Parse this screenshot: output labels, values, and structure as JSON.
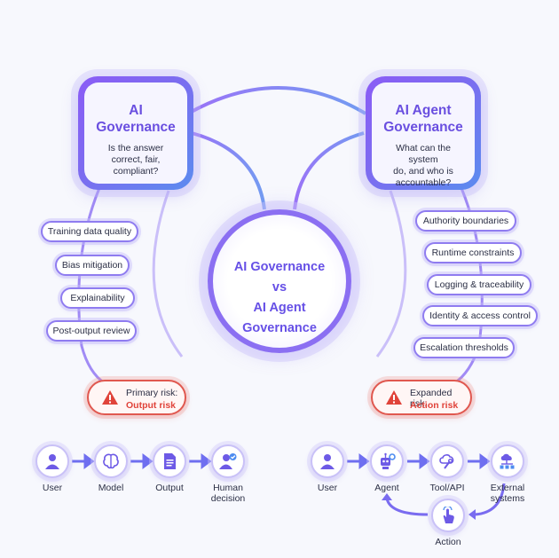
{
  "left_box": {
    "title_line1": "AI",
    "title_line2": "Governance",
    "question_line1": "Is the answer",
    "question_line2": "correct, fair,",
    "question_line3": "compliant?"
  },
  "right_box": {
    "title_line1": "AI Agent",
    "title_line2": "Governance",
    "question_line1": "What can the system",
    "question_line2": "do, and who is",
    "question_line3": "accountable?"
  },
  "center": {
    "line1": "AI Governance",
    "line2": "vs",
    "line3": "AI Agent",
    "line4": "Governance"
  },
  "left_items": [
    "Training data quality",
    "Bias mitigation",
    "Explainability",
    "Post-output review"
  ],
  "right_items": [
    "Authority boundaries",
    "Runtime constraints",
    "Logging & traceability",
    "Identity & access control",
    "Escalation thresholds"
  ],
  "left_risk": {
    "label": "Primary risk:",
    "value": "Output risk"
  },
  "right_risk": {
    "label": "Expanded risk:",
    "value": "Action risk"
  },
  "left_flow": {
    "user": "User",
    "model": "Model",
    "output": "Output",
    "decision_line1": "Human",
    "decision_line2": "decision"
  },
  "right_flow": {
    "user": "User",
    "agent": "Agent",
    "tool": "Tool/API",
    "external_line1": "External",
    "external_line2": "systems",
    "action": "Action"
  },
  "colors": {
    "accent_purple": "#8b5cf6",
    "accent_blue": "#5b8cef",
    "risk_red": "#e0584f",
    "background": "#f7f8fd"
  },
  "icons": [
    "user-icon",
    "brain-icon",
    "document-icon",
    "person-check-icon",
    "robot-icon",
    "cloud-tool-icon",
    "network-icon",
    "hand-tap-icon",
    "warning-icon"
  ]
}
